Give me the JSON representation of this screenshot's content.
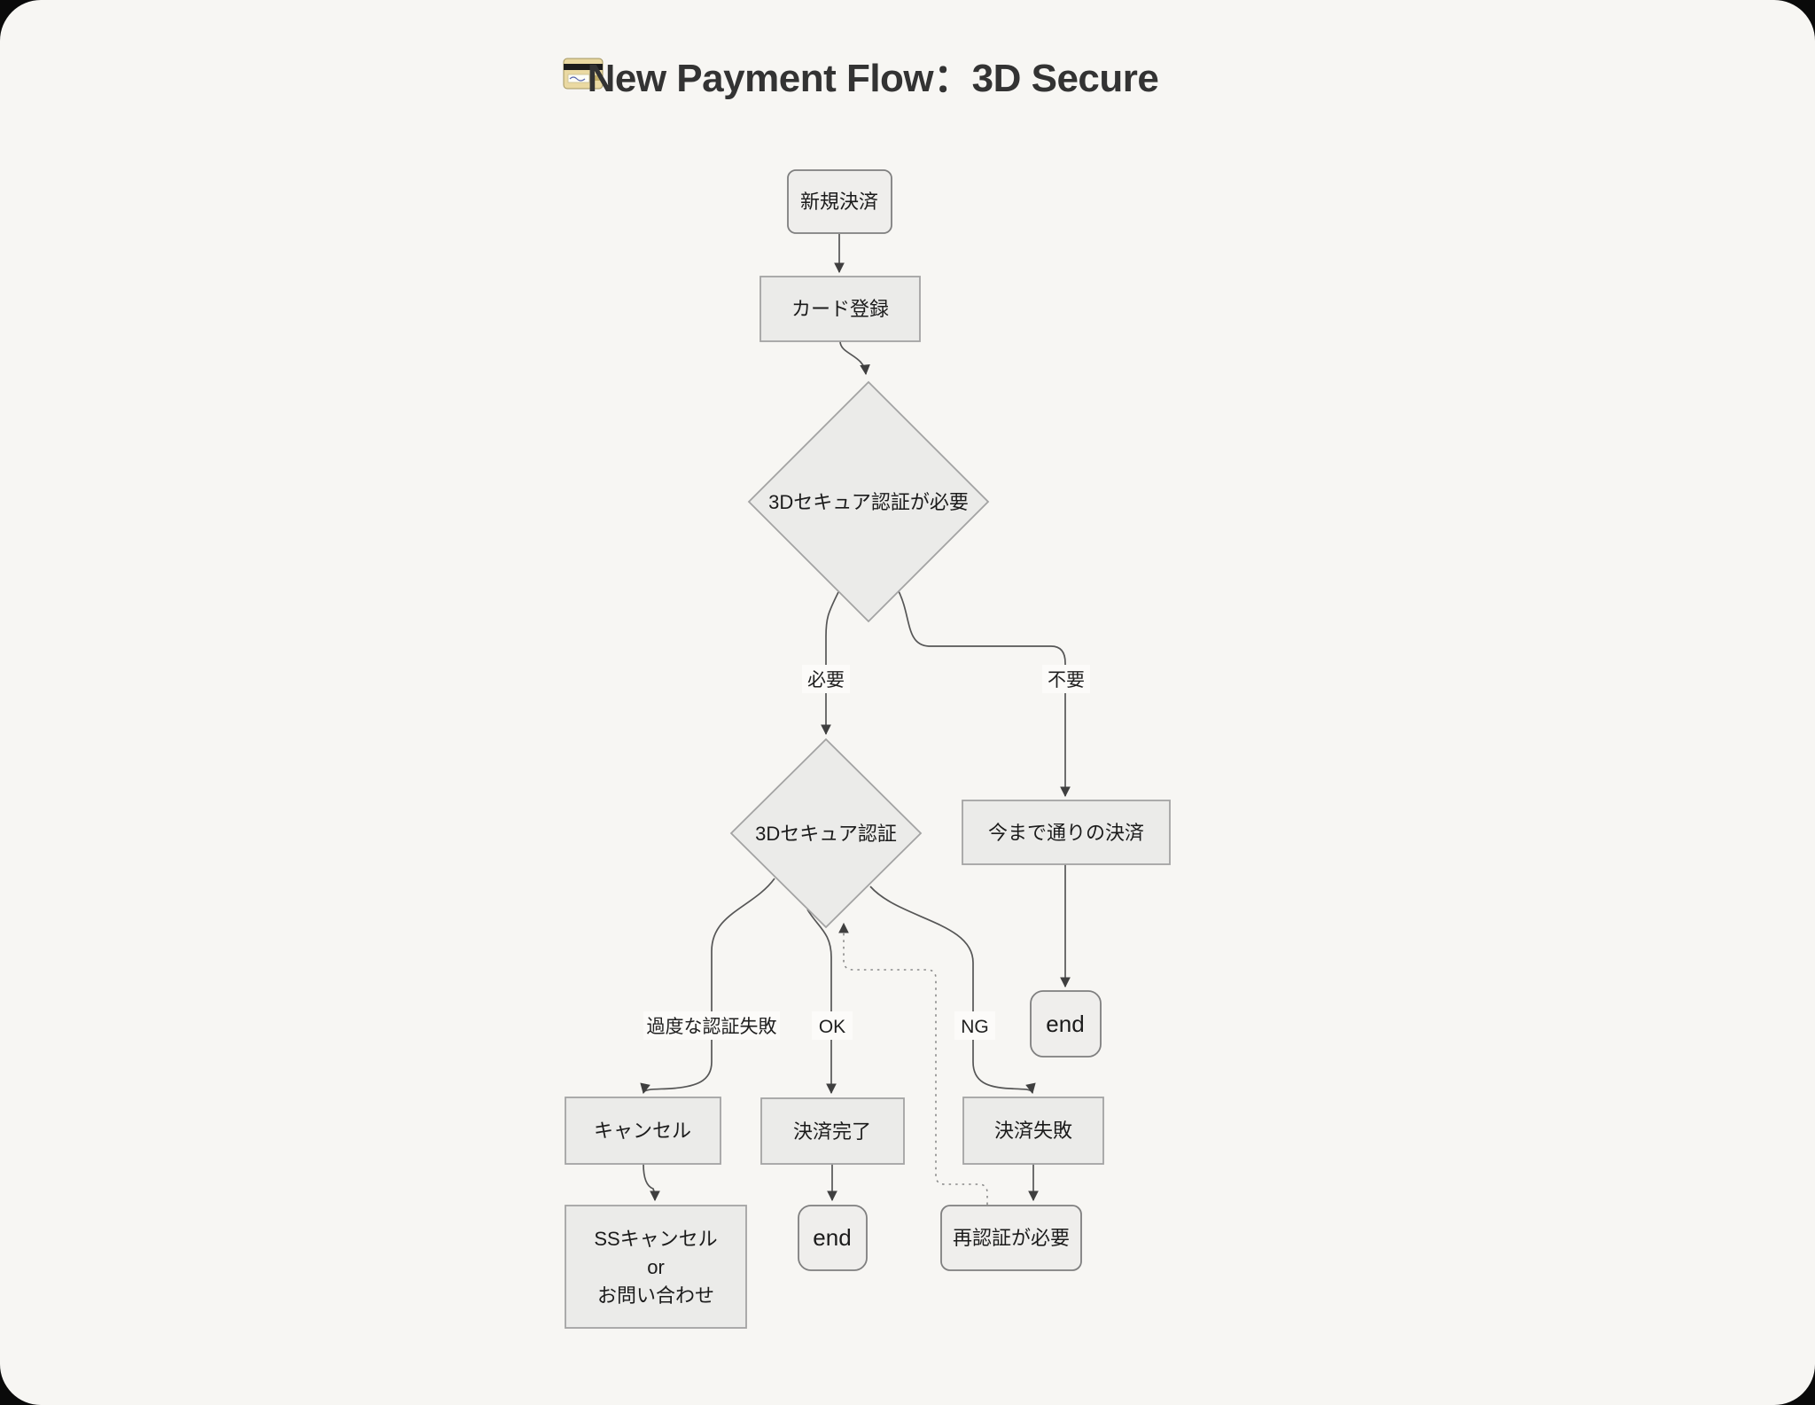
{
  "title": {
    "icon": "credit-card",
    "text": "New Payment Flow：3D Secure"
  },
  "nodes": {
    "start": {
      "label": "新規決済",
      "shape": "rounded-rect"
    },
    "card_register": {
      "label": "カード登録",
      "shape": "rect"
    },
    "needs_3ds": {
      "label": "3Dセキュア認証が必要",
      "shape": "diamond"
    },
    "auth_3ds": {
      "label": "3Dセキュア認証",
      "shape": "diamond"
    },
    "normal_payment": {
      "label": "今まで通りの決済",
      "shape": "rect"
    },
    "end_normal": {
      "label": "end",
      "shape": "rounded-rect"
    },
    "cancel": {
      "label": "キャンセル",
      "shape": "rect"
    },
    "payment_complete": {
      "label": "決済完了",
      "shape": "rect"
    },
    "payment_failed": {
      "label": "決済失敗",
      "shape": "rect"
    },
    "ss_cancel": {
      "line1": "SSキャンセル",
      "line2": "or",
      "line3": "お問い合わせ",
      "shape": "rect"
    },
    "end_complete": {
      "label": "end",
      "shape": "rounded-rect"
    },
    "reauth_required": {
      "label": "再認証が必要",
      "shape": "rounded-rect"
    }
  },
  "edge_labels": {
    "required": "必要",
    "not_required": "不要",
    "excess_fail": "過度な認証失敗",
    "ok": "OK",
    "ng": "NG"
  },
  "colors": {
    "background": "#f7f6f3",
    "corner": "#0a0a0a",
    "node_fill": "#ebebe9",
    "node_border": "#a3a3a3",
    "rounded_fill": "#efeeec",
    "rounded_border": "#7f7f7f",
    "edge_line": "#565656",
    "dotted_line": "#8a8a8a",
    "arrowhead": "#3f3f3f",
    "node_text": "#1b1b1b",
    "title_text": "#333333"
  }
}
